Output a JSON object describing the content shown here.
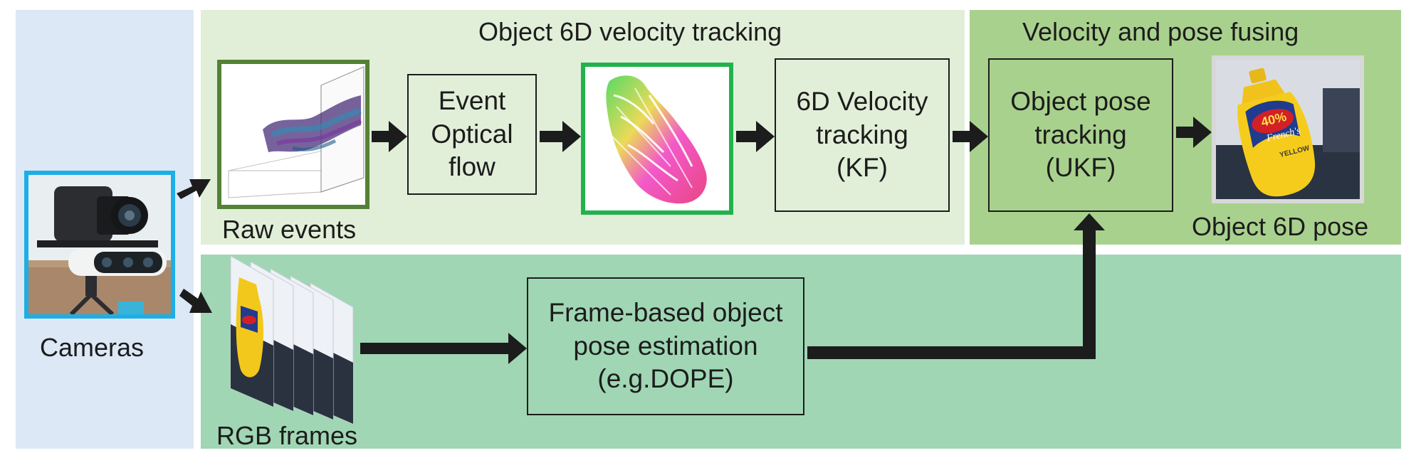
{
  "colors": {
    "cameras_bg": "#dce8f6",
    "velocity_bg": "#e1efd9",
    "fusing_bg": "#a9d18e",
    "frames_bg": "#a0d6b4",
    "camera_border": "#1eaee6",
    "raw_events_border": "#548235",
    "flow_border": "#22b24c",
    "arrow": "#1c1c1c"
  },
  "sections": {
    "velocity_title": "Object 6D velocity tracking",
    "fusing_title": "Velocity and pose fusing"
  },
  "inputs": {
    "cameras_label": "Cameras",
    "raw_events_label": "Raw events",
    "rgb_frames_label": "RGB frames"
  },
  "boxes": {
    "event_flow": [
      "Event",
      "Optical",
      "flow"
    ],
    "velocity_tracking": [
      "6D Velocity",
      "tracking",
      "(KF)"
    ],
    "pose_tracking": [
      "Object pose",
      "tracking",
      "(UKF)"
    ],
    "pose_estimation": [
      "Frame-based object",
      "pose estimation",
      "(e.g.DOPE)"
    ]
  },
  "output": {
    "label": "Object 6D pose",
    "bottle_text": "40%",
    "brand": "French's",
    "product": "YELLOW"
  }
}
